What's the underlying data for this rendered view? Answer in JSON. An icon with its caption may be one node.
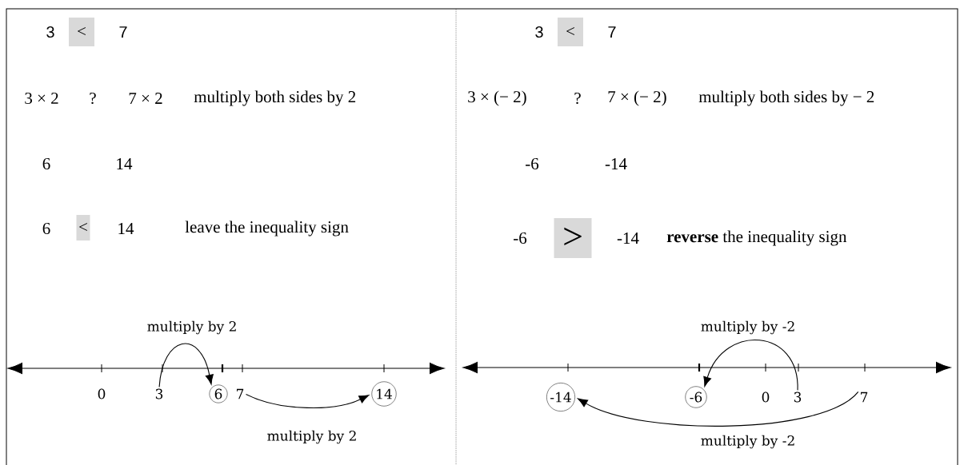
{
  "diagram": {
    "nodes": [
      {
        "text": [
          "<"
        ]
      },
      {
        "text": [
          "<"
        ]
      },
      {
        "text": [
          "<"
        ]
      },
      {
        "text": [
          ">"
        ]
      },
      {
        "text": [
          "3"
        ]
      },
      {
        "text": [
          "6"
        ]
      },
      {
        "text": [
          "7"
        ]
      },
      {
        "text": [
          "14"
        ]
      },
      {
        "text": [
          "-14"
        ]
      },
      {
        "text": [
          "-6"
        ]
      },
      {
        "text": [
          "3"
        ]
      },
      {
        "text": [
          "7"
        ]
      }
    ],
    "edges": [
      {
        "from": 4,
        "to": 5,
        "arrow": "to",
        "label": "multiply by 2"
      },
      {
        "from": 6,
        "to": 7,
        "arrow": "to",
        "label": "multiply by 2"
      },
      {
        "from": 10,
        "to": 9,
        "arrow": "to",
        "label": "multiply by -2"
      },
      {
        "from": 11,
        "to": 8,
        "arrow": "to",
        "label": "multiply by -2"
      }
    ],
    "labels": [
      "3",
      "7",
      "3",
      "7",
      "3 × 2",
      "?",
      "7 × 2",
      "multiply both sides by 2",
      "3 × (− 2)",
      "?",
      "7 × (− 2)",
      "multiply both sides by − 2",
      "6",
      "14",
      "-6",
      "-14",
      "6",
      "14",
      "leave the inequality sign",
      "-6",
      "-14",
      "**reverse** the inequality sign",
      "0",
      "0"
    ]
  }
}
